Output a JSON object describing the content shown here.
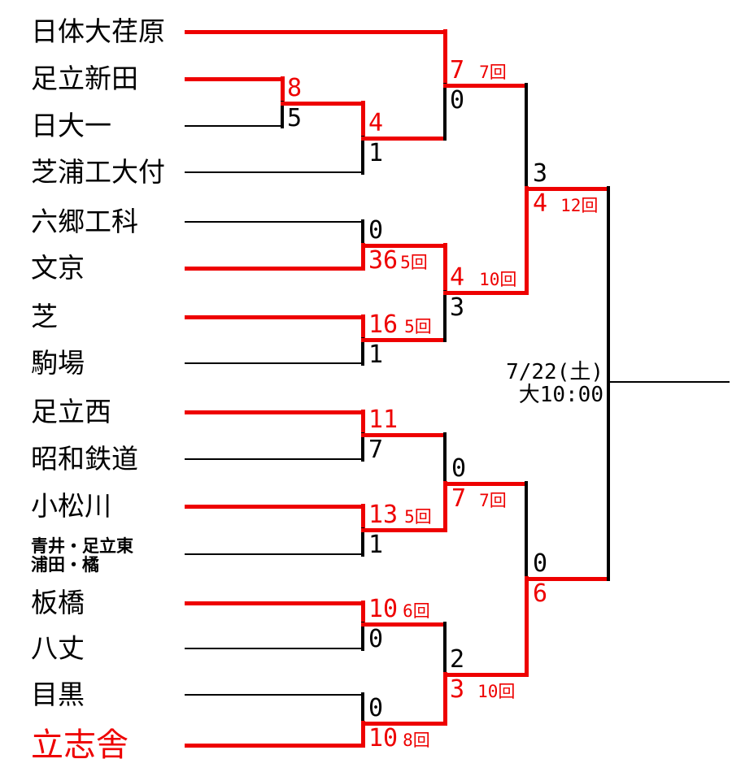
{
  "colors": {
    "red": "#ee0000",
    "black": "#000000",
    "background": "#ffffff"
  },
  "teams": [
    {
      "name": "日体大荏原"
    },
    {
      "name": "足立新田"
    },
    {
      "name": "日大一"
    },
    {
      "name": "芝浦工大付"
    },
    {
      "name": "六郷工科"
    },
    {
      "name": "文京"
    },
    {
      "name": "芝"
    },
    {
      "name": "駒場"
    },
    {
      "name": "足立西"
    },
    {
      "name": "昭和鉄道"
    },
    {
      "name": "小松川"
    },
    {
      "name": "青井・足立東",
      "name_line2": "浦田・橘",
      "variant": "combined-small"
    },
    {
      "name": "板橋"
    },
    {
      "name": "八丈"
    },
    {
      "name": "目黒"
    },
    {
      "name": "立志舎",
      "variant": "featured-red"
    }
  ],
  "matches": [
    {
      "pair": "足立新田 vs 日大一",
      "top": {
        "score": "8",
        "innings": ""
      },
      "bottom": {
        "score": "5",
        "innings": ""
      },
      "winner": "top"
    },
    {
      "pair": "足立新田 vs 芝浦工大付",
      "top": {
        "score": "4",
        "innings": ""
      },
      "bottom": {
        "score": "1",
        "innings": ""
      },
      "winner": "top"
    },
    {
      "pair": "日体大荏原 vs 足立新田",
      "top": {
        "score": "7",
        "innings": "7回"
      },
      "bottom": {
        "score": "0",
        "innings": ""
      },
      "winner": "top"
    },
    {
      "pair": "六郷工科 vs 文京",
      "top": {
        "score": "0",
        "innings": ""
      },
      "bottom": {
        "score": "36",
        "innings": "5回"
      },
      "winner": "bottom"
    },
    {
      "pair": "芝 vs 駒場",
      "top": {
        "score": "16",
        "innings": "5回"
      },
      "bottom": {
        "score": "1",
        "innings": ""
      },
      "winner": "top"
    },
    {
      "pair": "文京 vs 芝",
      "top": {
        "score": "4",
        "innings": "10回"
      },
      "bottom": {
        "score": "3",
        "innings": ""
      },
      "winner": "top"
    },
    {
      "pair": "日体大荏原 vs 文京",
      "top": {
        "score": "3",
        "innings": ""
      },
      "bottom": {
        "score": "4",
        "innings": "12回"
      },
      "winner": "bottom"
    },
    {
      "pair": "足立西 vs 昭和鉄道",
      "top": {
        "score": "11",
        "innings": ""
      },
      "bottom": {
        "score": "7",
        "innings": ""
      },
      "winner": "top"
    },
    {
      "pair": "小松川 vs 青井・足立東・浦田・橘",
      "top": {
        "score": "13",
        "innings": "5回"
      },
      "bottom": {
        "score": "1",
        "innings": ""
      },
      "winner": "top"
    },
    {
      "pair": "足立西 vs 小松川",
      "top": {
        "score": "0",
        "innings": ""
      },
      "bottom": {
        "score": "7",
        "innings": "7回"
      },
      "winner": "bottom"
    },
    {
      "pair": "板橋 vs 八丈",
      "top": {
        "score": "10",
        "innings": "6回"
      },
      "bottom": {
        "score": "0",
        "innings": ""
      },
      "winner": "top"
    },
    {
      "pair": "目黒 vs 立志舎",
      "top": {
        "score": "0",
        "innings": ""
      },
      "bottom": {
        "score": "10",
        "innings": "8回"
      },
      "winner": "bottom"
    },
    {
      "pair": "板橋 vs 立志舎",
      "top": {
        "score": "2",
        "innings": ""
      },
      "bottom": {
        "score": "3",
        "innings": "10回"
      },
      "winner": "bottom"
    },
    {
      "pair": "小松川 vs 立志舎",
      "top": {
        "score": "0",
        "innings": ""
      },
      "bottom": {
        "score": "6",
        "innings": ""
      },
      "winner": "bottom"
    }
  ],
  "final_match": {
    "date": "7/22(土)",
    "time": "大10:00"
  }
}
